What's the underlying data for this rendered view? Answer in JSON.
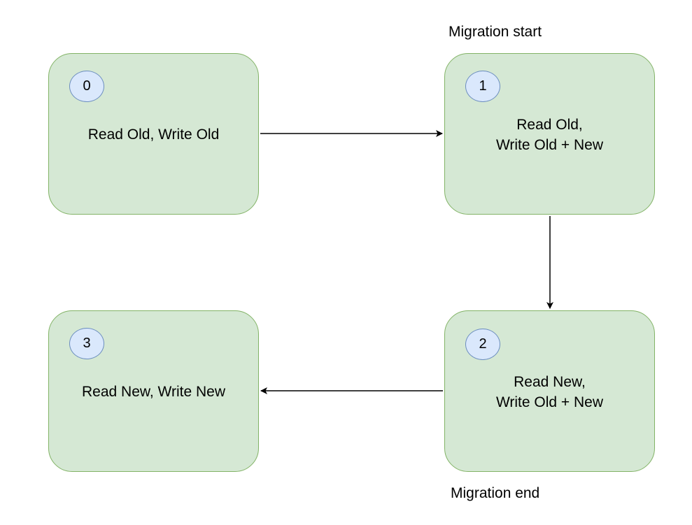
{
  "states": [
    {
      "number": "0",
      "lines": [
        "Read Old, Write Old"
      ]
    },
    {
      "number": "1",
      "lines": [
        "Read Old,",
        "Write Old + New"
      ]
    },
    {
      "number": "2",
      "lines": [
        "Read New,",
        "Write Old + New"
      ]
    },
    {
      "number": "3",
      "lines": [
        "Read New, Write New"
      ]
    }
  ],
  "captions": {
    "start": "Migration start",
    "end": "Migration end"
  },
  "colors": {
    "state_fill": "#d5e8d4",
    "state_border": "#82b366",
    "badge_fill": "#dae8fc",
    "badge_border": "#6c8ebf",
    "arrow": "#000000"
  }
}
